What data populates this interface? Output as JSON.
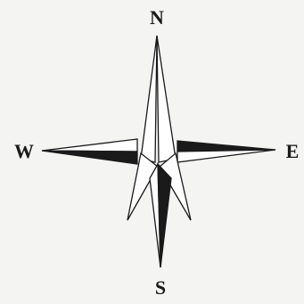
{
  "compass": {
    "north": "N",
    "south": "S",
    "east": "E",
    "west": "W"
  },
  "colors": {
    "background": "#f4f4f3",
    "ink": "#1a1a1a",
    "paper_fill": "#ffffff"
  }
}
